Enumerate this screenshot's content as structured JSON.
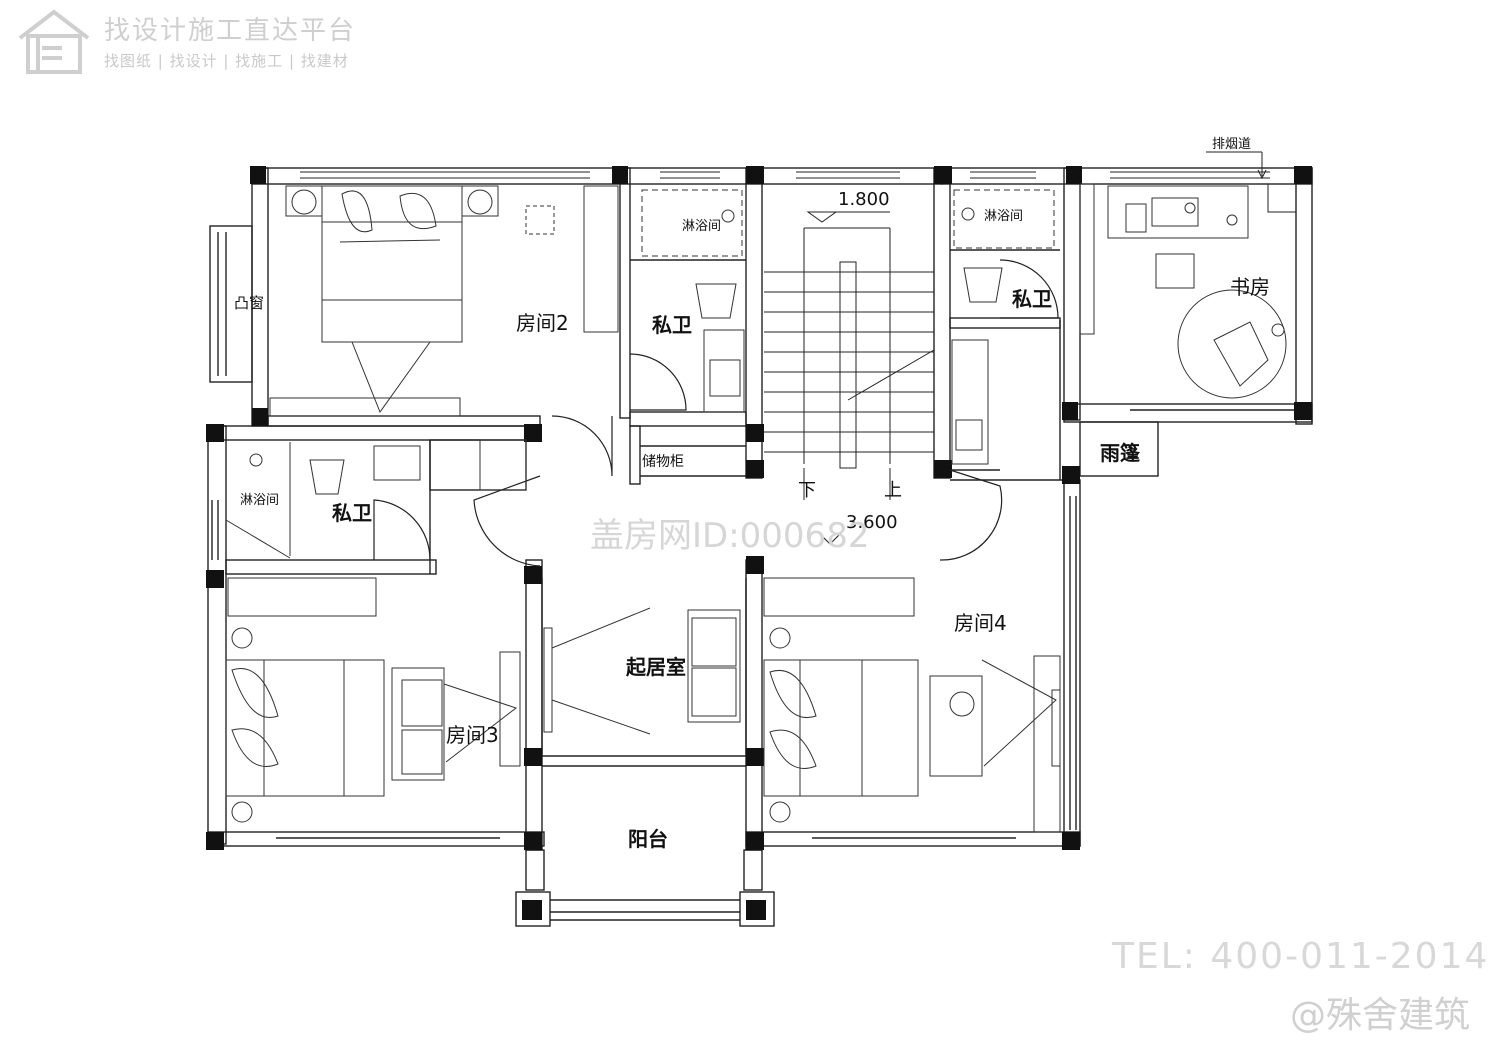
{
  "brand": {
    "title": "找设计施工直达平台",
    "subtitle": "找图纸 | 找设计 | 找施工 | 找建材"
  },
  "watermark": "盖房网ID:000682",
  "contact": {
    "tel": "TEL: 400-011-2014",
    "studio": "@殊舍建筑"
  },
  "plan": {
    "smoke_flue": "排烟道",
    "level_top": "1.800",
    "level_landing": "3.600",
    "stair_down": "下",
    "stair_up": "上",
    "rooms": {
      "bay_window": "凸窗",
      "room2": "房间2",
      "bath_a": "私卫",
      "shower_a": "淋浴间",
      "bath_b": "私卫",
      "shower_b": "淋浴间",
      "study": "书房",
      "canopy": "雨篷",
      "shower_c": "淋浴间",
      "bath_c": "私卫",
      "storage": "储物柜",
      "living": "起居室",
      "room3": "房间3",
      "room4": "房间4",
      "balcony": "阳台"
    }
  }
}
